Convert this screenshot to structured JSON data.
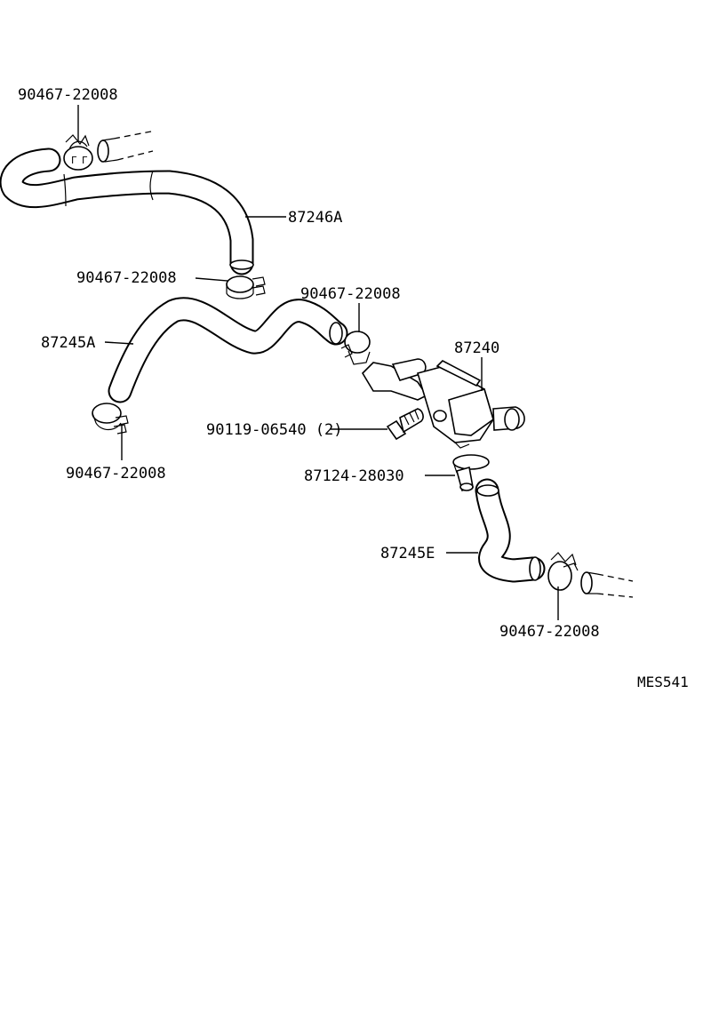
{
  "labels": {
    "clamp_top": "90467-22008",
    "hose_upper": "87246A",
    "clamp_upper_end": "90467-22008",
    "clamp_valve_inlet": "90467-22008",
    "hose_middle": "87245A",
    "valve": "87240",
    "clamp_middle_end": "90467-22008",
    "bolt": "90119-06540 (2)",
    "hose_clip": "87124-28030",
    "hose_lower": "87245E",
    "clamp_lower": "90467-22008"
  },
  "diagram_code": "MES541"
}
